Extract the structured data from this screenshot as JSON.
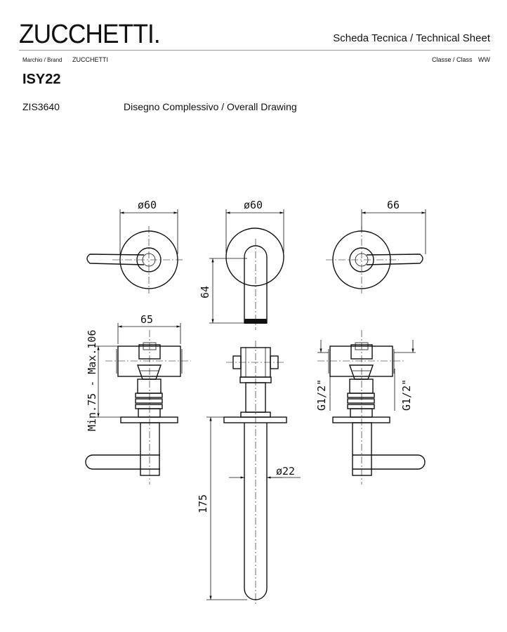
{
  "header": {
    "logo": "ZUCCHETTI.",
    "sheet_title": "Scheda Tecnica / Technical Sheet",
    "brand_label": "Marchio / Brand",
    "brand_value": "ZUCCHETTI",
    "class_label": "Classe / Class",
    "class_value": "WW",
    "model": "ISY22",
    "code": "ZIS3640",
    "drawing_title": "Disegno Complessivo / Overall Drawing"
  },
  "dimensions": {
    "d_left": "ø60",
    "d_center": "ø60",
    "d_right": "66",
    "h_spout": "64",
    "w_body": "65",
    "range": "Min.75 - Max.106",
    "spout_len": "175",
    "spout_d": "ø22",
    "thread_left": "G1/2\"",
    "thread_right": "G1/2\""
  }
}
